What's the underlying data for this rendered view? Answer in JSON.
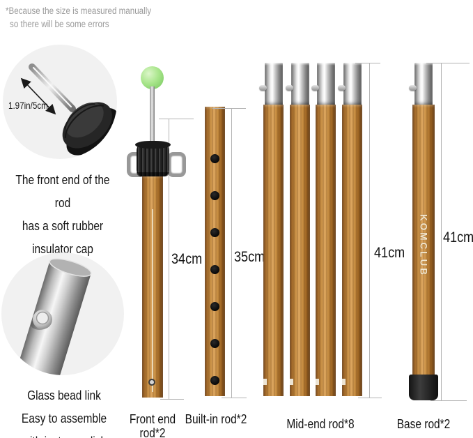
{
  "note": {
    "line1": "*Because the size is measured manually",
    "line2": "so there will be some errors"
  },
  "tip_callout": {
    "measurement_label": "1.97in/5cm",
    "caption": "The front end of the rod\nhas a soft rubber\ninsulator cap"
  },
  "link_callout": {
    "caption": "Glass bead link\nEasy to assemble\nwith just one click"
  },
  "rods": {
    "front_end": {
      "label_line1": "Front end",
      "label_line2": "rod*2",
      "length": "34cm"
    },
    "built_in": {
      "label": "Built-in rod*2",
      "length": "35cm"
    },
    "mid_end": {
      "label": "Mid-end rod*8",
      "length": "41cm"
    },
    "base": {
      "label": "Base rod*2",
      "length": "41cm",
      "brand": "KOMCLUB"
    }
  },
  "colors": {
    "background": "#ffffff",
    "circle_bg": "#f1f1f1",
    "note_gray": "#9b9b9b",
    "text_black": "#141414",
    "wood_light": "#dba55f",
    "wood_dark": "#6f4218",
    "metal_highlight": "#ffffff",
    "metal_shadow": "#565656",
    "green_ball": "#9ade7f",
    "cap_black": "#242424",
    "brand_cream": "#f2e6cd",
    "measure_line": "#b3b3b3"
  }
}
